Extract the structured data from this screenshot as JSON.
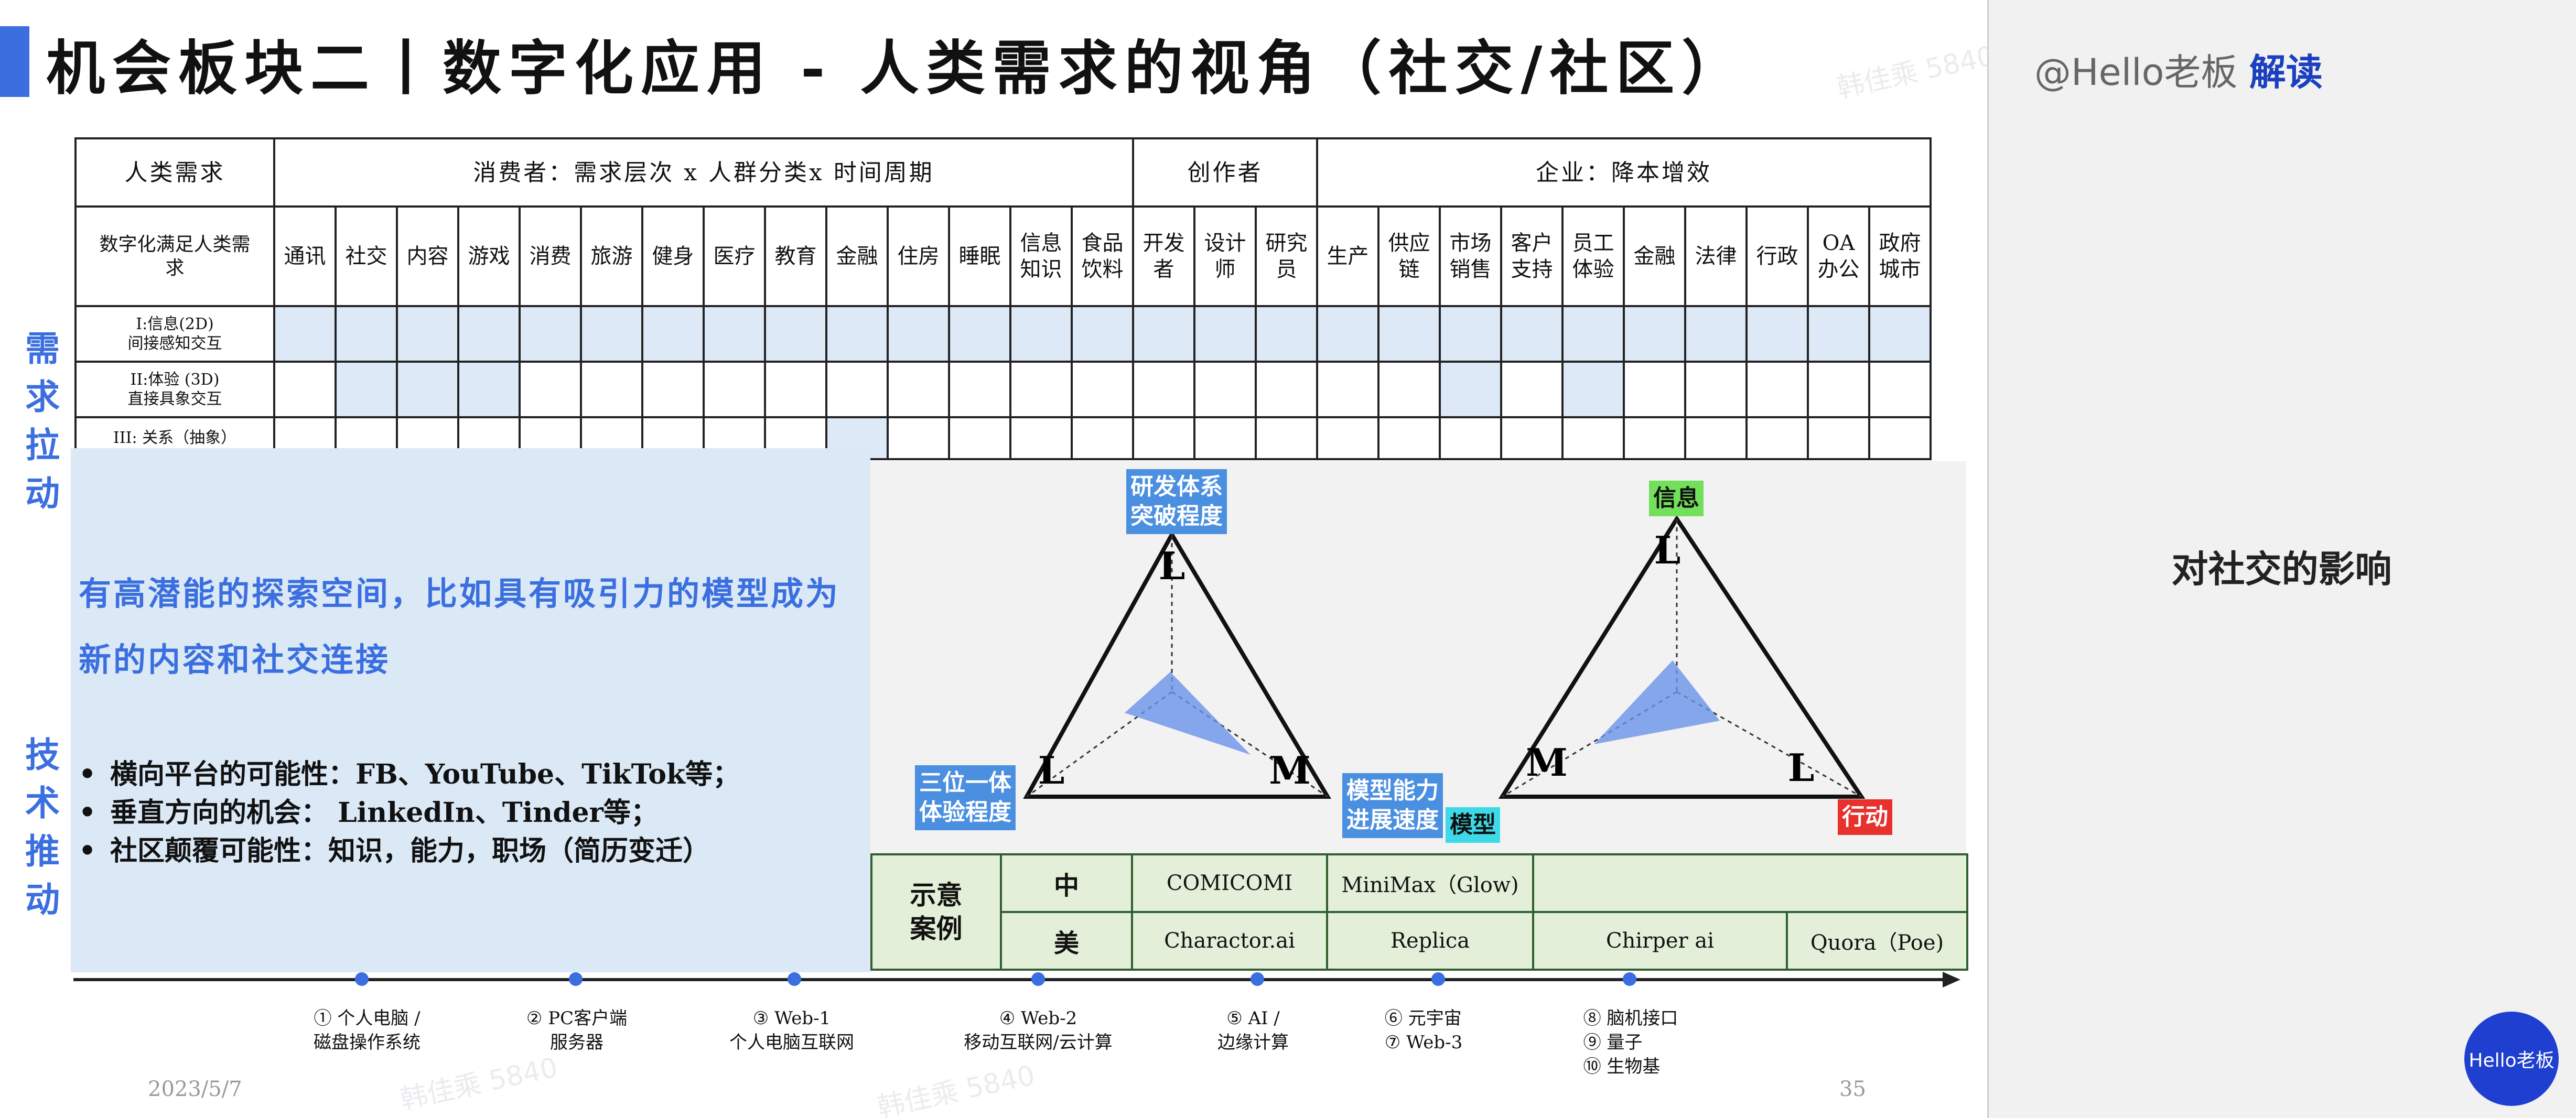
{
  "slide": {
    "title": "机会板块二丨数字化应用 - 人类需求的视角（社交/社区）",
    "watermark": "韩佳乘 5840",
    "date": "2023/5/7",
    "page_number": "35"
  },
  "grid": {
    "corner_top": "人类需求",
    "corner_bottom": "数字化满足人类需求",
    "group_consumer": "消费者：需求层次 x 人群分类x 时间周期",
    "group_creator": "创作者",
    "group_enterprise": "企业：降本增效",
    "columns": [
      "通讯",
      "社交",
      "内容",
      "游戏",
      "消费",
      "旅游",
      "健身",
      "医疗",
      "教育",
      "金融",
      "住房",
      "睡眠",
      "信息知识",
      "食品饮料",
      "开发者",
      "设计师",
      "研究员",
      "生产",
      "供应链",
      "市场销售",
      "客户支持",
      "员工体验",
      "金融",
      "法律",
      "行政",
      "OA办公",
      "政府城市"
    ],
    "rows": [
      {
        "label": "I:信息(2D)\n间接感知交互"
      },
      {
        "label": "II:体验 (3D)\n直接具象交互"
      },
      {
        "label": "III: 关系（抽象）"
      }
    ]
  },
  "side_labels": {
    "demand": "需求拉动",
    "tech": "技术推动"
  },
  "overlay": {
    "heading": "有高潜能的探索空间，比如具有吸引力的模型成为新的内容和社交连接",
    "bullets": [
      "横向平台的可能性：FB、YouTube、TikTok等；",
      "垂直方向的机会：  LinkedIn、Tinder等；",
      "社区颠覆可能性：知识，能力，职场（简历变迁）"
    ]
  },
  "diagram": {
    "left": {
      "top_tag": "研发体系\n突破程度",
      "left_tag": "三位一体\n体验程度",
      "right_tag": "模型能力\n进展速度",
      "vertex_top": "L",
      "vertex_left": "L",
      "vertex_right": "M"
    },
    "right": {
      "top_tag": "信息",
      "left_tag": "模型",
      "right_tag": "行动",
      "vertex_top": "L",
      "vertex_left": "M",
      "vertex_right": "L"
    }
  },
  "examples": {
    "side": "示意\n案例",
    "row_china_label": "中",
    "row_us_label": "美",
    "china": [
      "COMICOMI",
      "MiniMax（Glow)",
      ""
    ],
    "us": [
      "Charactor.ai",
      "Replica",
      "Chirper ai",
      "Quora（Poe)"
    ]
  },
  "timeline": [
    "① 个人电脑 /\n磁盘操作系统",
    "② PC客户端\n服务器",
    "③ Web-1\n个人电脑互联网",
    "④ Web-2\n移动互联网/云计算",
    "⑤ AI /\n边缘计算",
    "⑥ 元宇宙\n⑦ Web-3",
    "⑧ 脑机接口\n⑨ 量子\n⑩ 生物基"
  ],
  "panel": {
    "brand_handle": "@Hello老板",
    "brand_tag": "解读",
    "heading": "对社交的影响",
    "logo_text": "Hello老板"
  },
  "colors": {
    "accent_blue": "#3b6fe0",
    "cell_shade": "#dde9f6",
    "overlay_bg": "#dbe9f6",
    "example_bg": "#e3efd8",
    "tag_green": "#72e05a",
    "tag_red": "#e8312d",
    "tag_cyan": "#3dd9e8"
  }
}
